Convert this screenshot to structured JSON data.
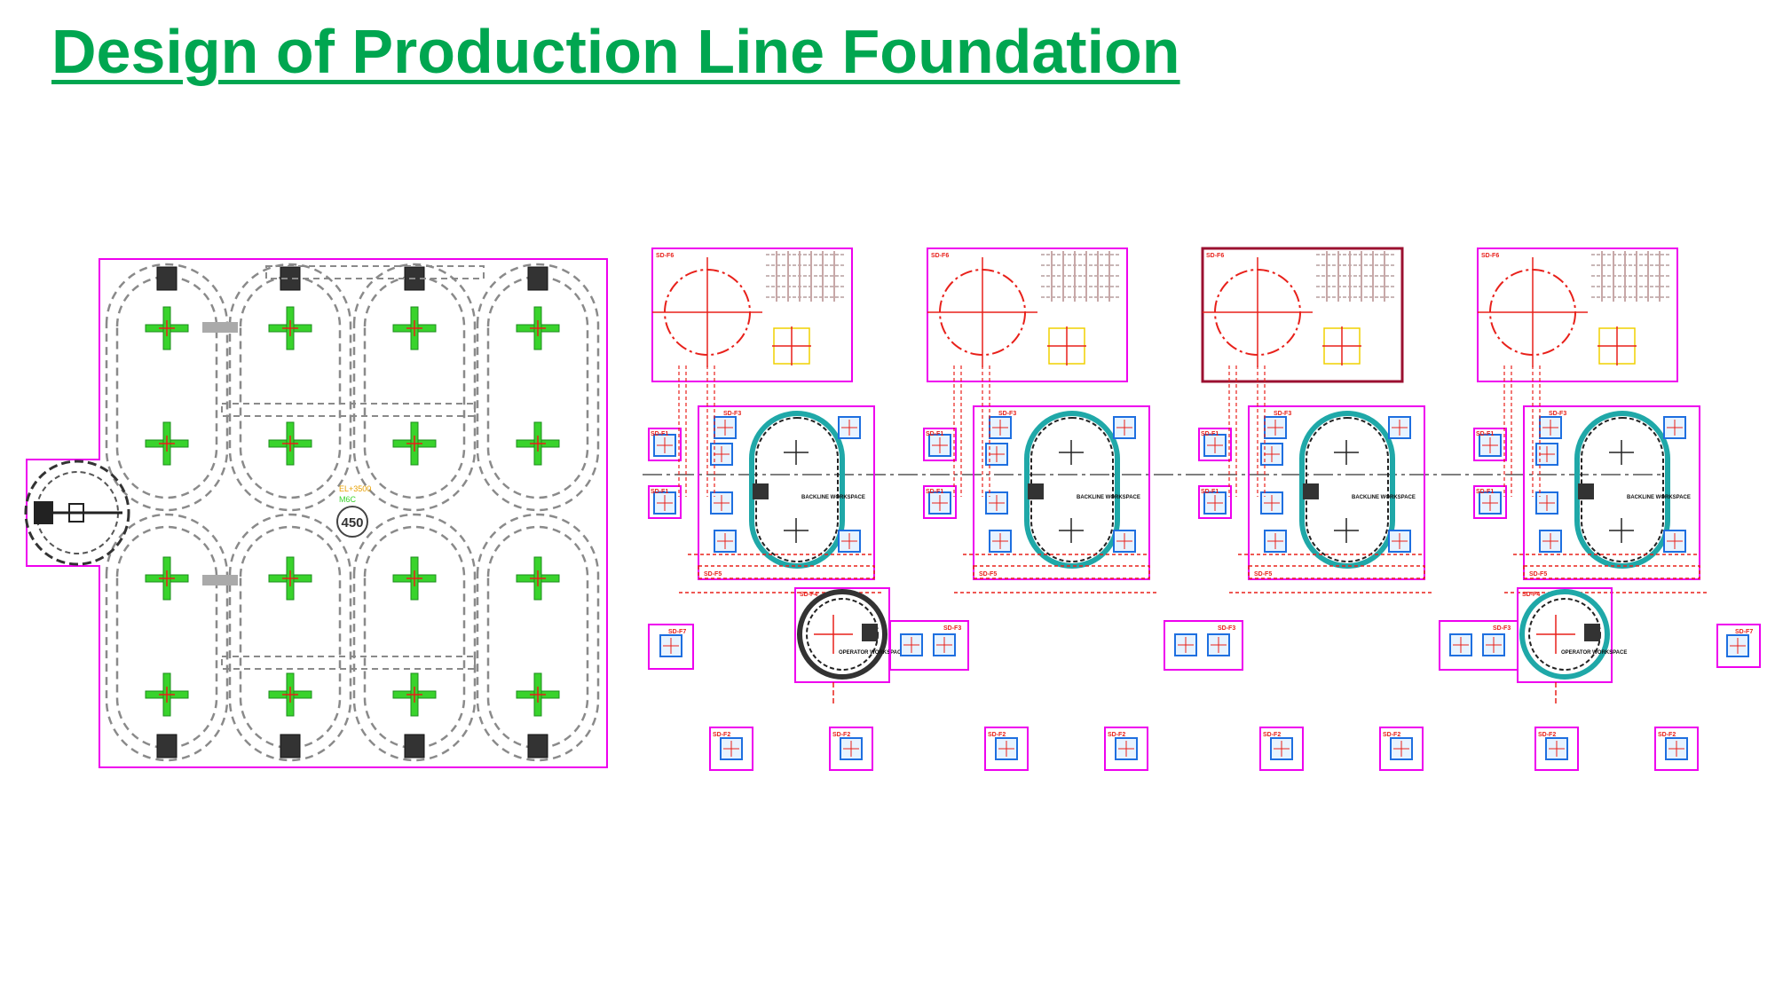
{
  "title": "Design of Production Line Foundation",
  "colors": {
    "title": "#00a650",
    "outline": "#ee00ee",
    "red": "#e8201a",
    "green": "#39d32c",
    "blue": "#1e6fe0",
    "teal": "#1fa8a8",
    "gray": "#8a8a8a",
    "yellow": "#f0d000"
  },
  "left_plan": {
    "center_label": "450",
    "note_1": "EL+3500",
    "note_2": "M6C"
  },
  "modules": [
    {
      "top_tag": "SD-F6",
      "pad_tag": "SD-F3",
      "wing_tag_1": "SD-F1",
      "wing_tag_2": "SD-F1",
      "bottom_tag": "SD-F5",
      "turntable_label": "BACKLINE WORKSPACE"
    },
    {
      "top_tag": "SD-F6",
      "pad_tag": "SD-F3",
      "wing_tag_1": "SD-F1",
      "wing_tag_2": "SD-F1",
      "bottom_tag": "SD-F5",
      "turntable_label": "BACKLINE WORKSPACE"
    },
    {
      "top_tag": "SD-F6",
      "pad_tag": "SD-F3",
      "wing_tag_1": "SD-F1",
      "wing_tag_2": "SD-F1",
      "bottom_tag": "SD-F5",
      "turntable_label": "BACKLINE WORKSPACE"
    },
    {
      "top_tag": "SD-F6",
      "pad_tag": "SD-F3",
      "wing_tag_1": "SD-F1",
      "wing_tag_2": "SD-F1",
      "bottom_tag": "SD-F5",
      "turntable_label": "BACKLINE WORKSPACE"
    }
  ],
  "round_stations": [
    {
      "tag": "SD-F4",
      "label": "OPERATOR WORKSPACE"
    },
    {
      "tag": "SD-F4",
      "label": "OPERATOR WORKSPACE"
    }
  ],
  "small_pads": [
    {
      "tag": "SD-F7"
    },
    {
      "tag": "SD-F3"
    },
    {
      "tag": "SD-F3"
    },
    {
      "tag": "SD-F3"
    },
    {
      "tag": "SD-F7"
    }
  ],
  "bottom_pads": [
    {
      "tag": "SD-F2"
    },
    {
      "tag": "SD-F2"
    },
    {
      "tag": "SD-F2"
    },
    {
      "tag": "SD-F2"
    },
    {
      "tag": "SD-F2"
    },
    {
      "tag": "SD-F2"
    },
    {
      "tag": "SD-F2"
    },
    {
      "tag": "SD-F2"
    }
  ]
}
